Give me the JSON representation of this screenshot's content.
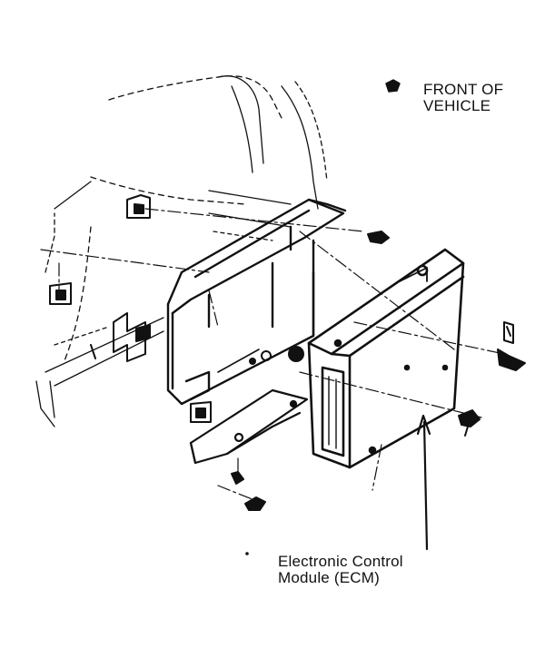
{
  "labels": {
    "front_of_vehicle": [
      "FRONT OF",
      "VEHICLE"
    ],
    "ecm": [
      "Electronic Control",
      "Module (ECM)"
    ]
  },
  "colors": {
    "ink": "#111111",
    "paper": "#ffffff"
  }
}
